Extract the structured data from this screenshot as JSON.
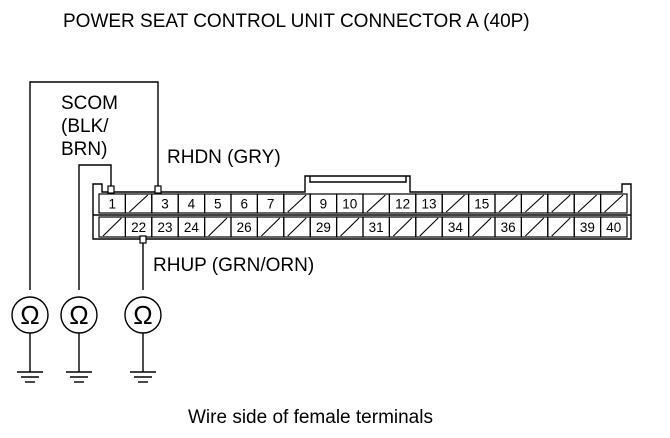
{
  "title": "POWER SEAT CONTROL UNIT CONNECTOR A (40P)",
  "caption": "Wire side of female terminals",
  "labels": {
    "scom": [
      "SCOM",
      "(BLK/",
      "BRN)"
    ],
    "rhdn": "RHDN (GRY)",
    "rhup": "RHUP (GRN/ORN)"
  },
  "meter_symbol": "Ω",
  "connector": {
    "pins": 40,
    "top_row": [
      "1",
      "",
      "3",
      "4",
      "5",
      "6",
      "7",
      "",
      "9",
      "10",
      "",
      "12",
      "13",
      "",
      "15",
      "",
      "",
      "",
      "",
      ""
    ],
    "bottom_row": [
      "",
      "22",
      "23",
      "24",
      "",
      "26",
      "",
      "",
      "29",
      "",
      "31",
      "",
      "",
      "34",
      "",
      "36",
      "",
      "",
      "39",
      "40"
    ]
  },
  "probes": [
    {
      "meter": 1,
      "pin": "3"
    },
    {
      "meter": 2,
      "pin": "1"
    },
    {
      "meter": 3,
      "pin": "22"
    }
  ]
}
